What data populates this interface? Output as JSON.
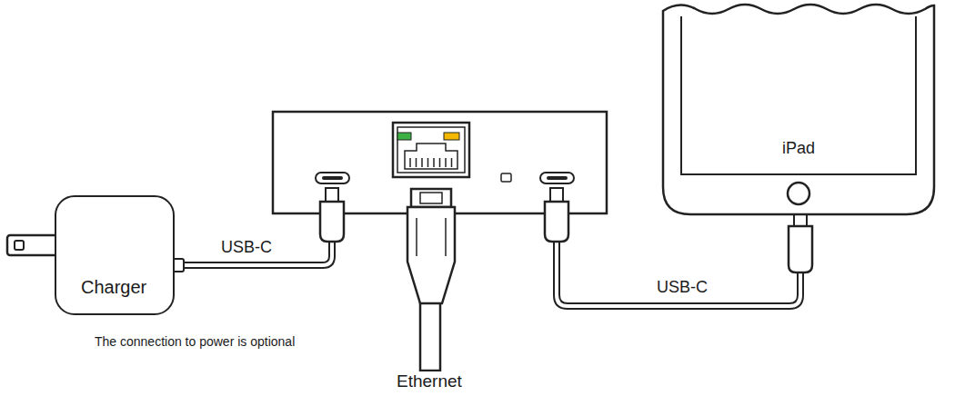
{
  "diagram": {
    "nodes": [
      {
        "text": [
          "Charger"
        ]
      },
      {
        "text": [
          "iPad"
        ]
      }
    ],
    "labels": [
      "USB-C",
      "USB-C",
      "Ethernet",
      "The connection to power is optional"
    ]
  }
}
